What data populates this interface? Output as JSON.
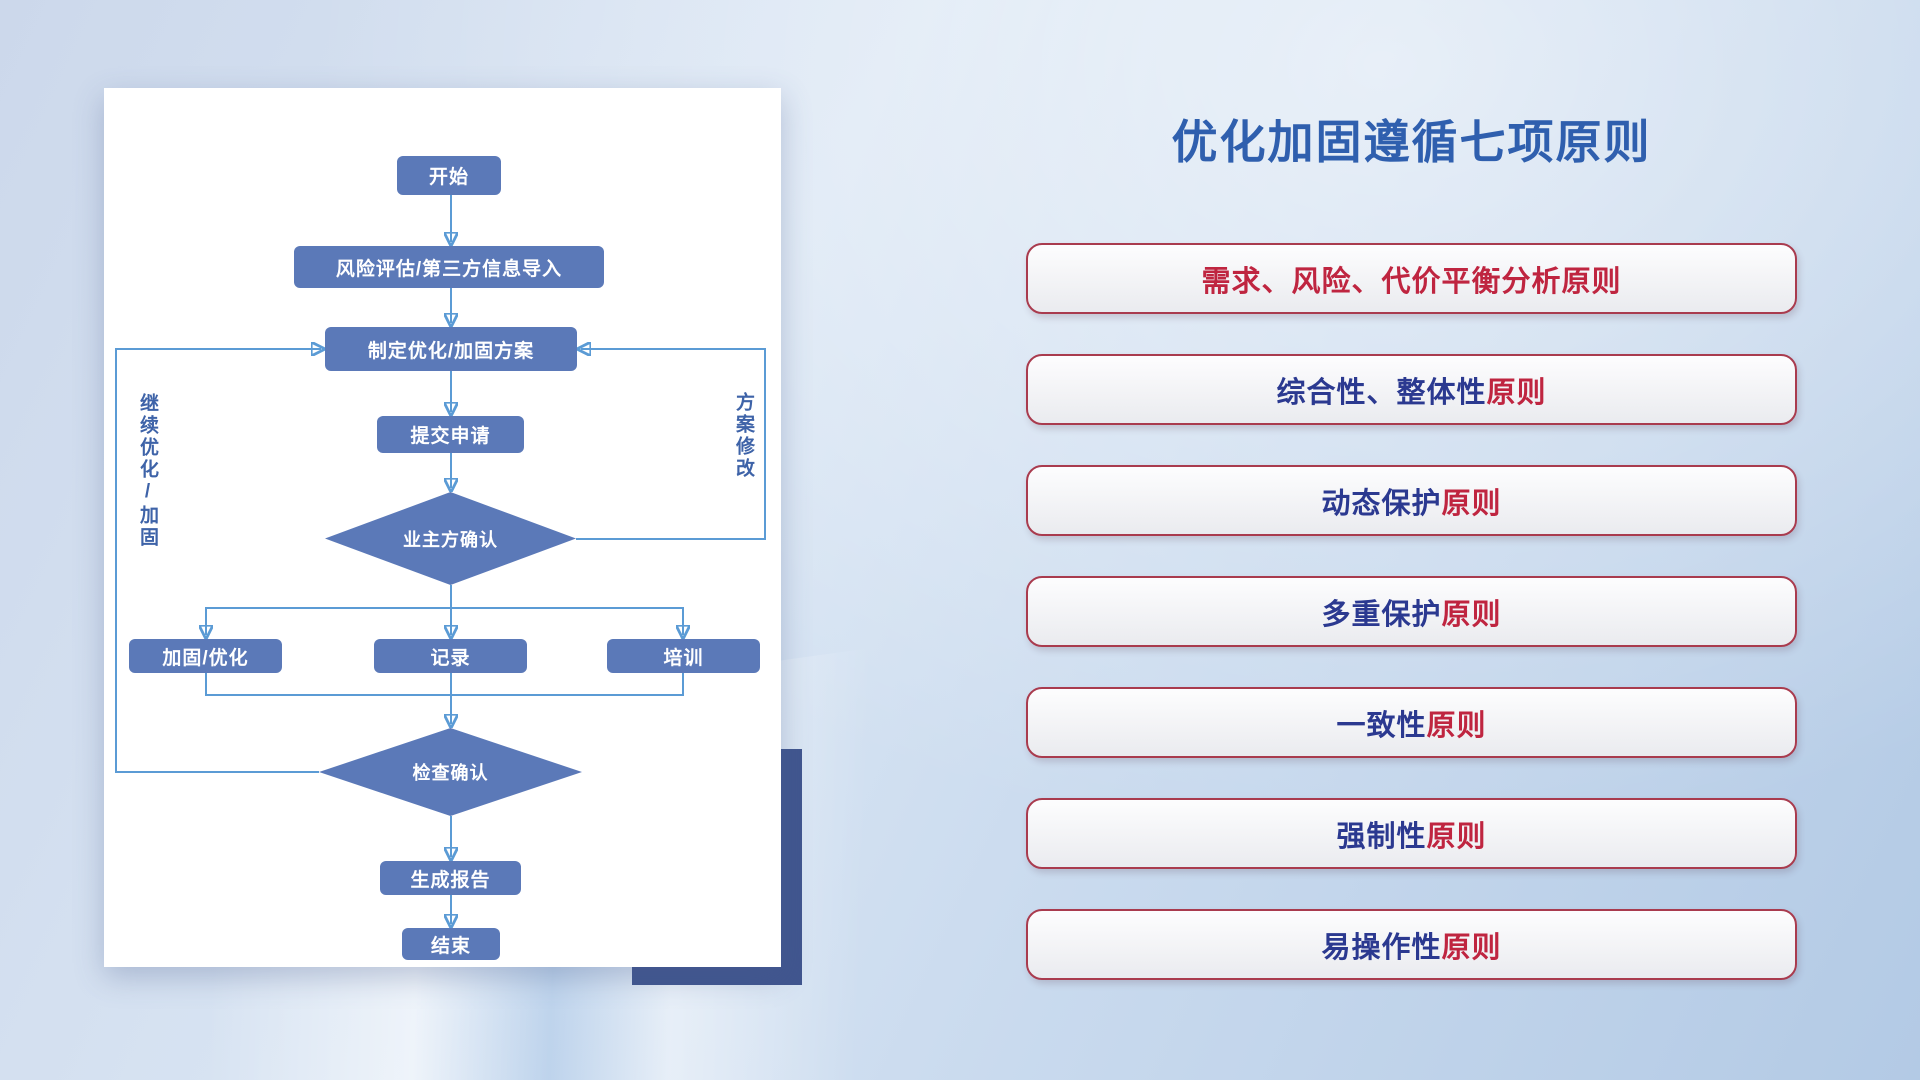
{
  "slide": {
    "title": "优化加固遵循七项原则"
  },
  "flowchart": {
    "nodes": {
      "start": "开始",
      "risk_import": "风险评估/第三方信息导入",
      "make_plan": "制定优化/加固方案",
      "submit": "提交申请",
      "owner_confirm": "业主方确认",
      "harden_optimize": "加固/优化",
      "record": "记录",
      "training": "培训",
      "check_confirm": "检查确认",
      "gen_report": "生成报告",
      "end": "结束"
    },
    "side_labels": {
      "left": "继续优化/加固",
      "right": "方案修改"
    },
    "colors": {
      "node_fill": "#5b79b8",
      "connector": "#5b9bd5",
      "side_label": "#3e63a8",
      "shadow_rect": "#41568f"
    }
  },
  "principles": [
    {
      "segments": [
        {
          "text": "需求、风险、代价平衡分析原则",
          "color": "#bf2540"
        }
      ]
    },
    {
      "segments": [
        {
          "text": "综合性、整体性",
          "color": "#2b3990"
        },
        {
          "text": "原则",
          "color": "#bf2540"
        }
      ]
    },
    {
      "segments": [
        {
          "text": "动态保护",
          "color": "#2b3990"
        },
        {
          "text": "原则",
          "color": "#bf2540"
        }
      ]
    },
    {
      "segments": [
        {
          "text": "多重保护",
          "color": "#2b3990"
        },
        {
          "text": "原则",
          "color": "#bf2540"
        }
      ]
    },
    {
      "segments": [
        {
          "text": "一致性",
          "color": "#2b3990"
        },
        {
          "text": "原则",
          "color": "#bf2540"
        }
      ]
    },
    {
      "segments": [
        {
          "text": "强制性",
          "color": "#2b3990"
        },
        {
          "text": "原则",
          "color": "#bf2540"
        }
      ]
    },
    {
      "segments": [
        {
          "text": "易操作性",
          "color": "#2b3990"
        },
        {
          "text": "原则",
          "color": "#bf2540"
        }
      ]
    }
  ],
  "principle_box_style": {
    "border_color": "#a93b4e",
    "background_top": "#fdfdfe",
    "background_bottom": "#eaebef",
    "title_color": "#2f5fae"
  }
}
